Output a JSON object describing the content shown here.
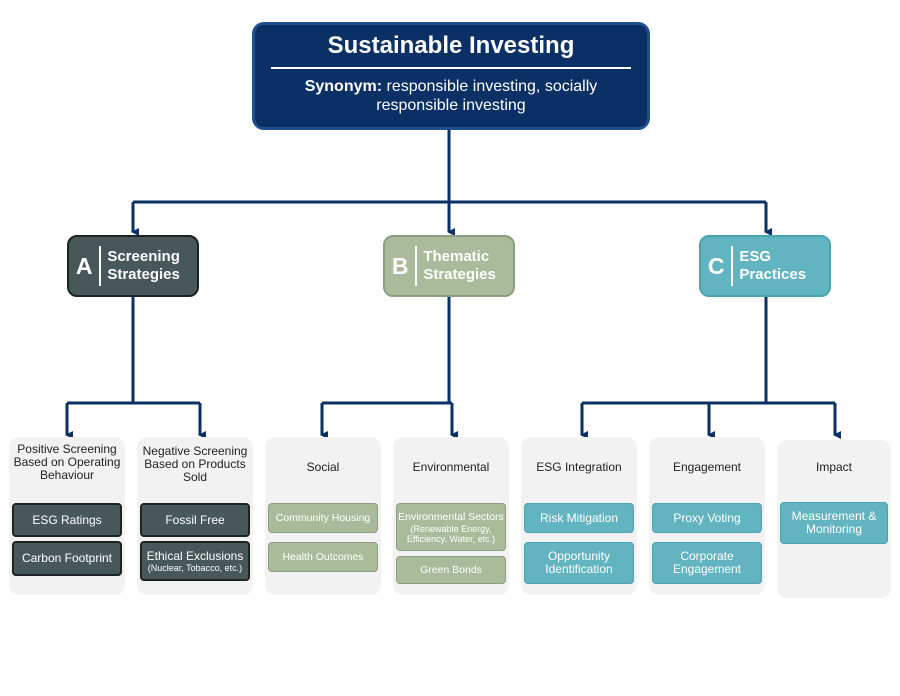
{
  "root": {
    "title": "Sustainable Investing",
    "synonym_label": "Synonym:",
    "synonym_text": "responsible investing, socially responsible investing"
  },
  "categories": [
    {
      "letter": "A",
      "label": "Screening Strategies",
      "color": "#48575a"
    },
    {
      "letter": "B",
      "label": "Thematic Strategies",
      "color": "#a9bb9b"
    },
    {
      "letter": "C",
      "label": "ESG Practices",
      "color": "#62b4c0"
    }
  ],
  "columns": [
    {
      "heading": "Positive Screening Based on Operating Behaviour",
      "items": [
        {
          "text": "ESG Ratings",
          "sub": ""
        },
        {
          "text": "Carbon Footprint",
          "sub": ""
        }
      ]
    },
    {
      "heading": "Negative Screening Based on Products Sold",
      "items": [
        {
          "text": "Fossil Free",
          "sub": ""
        },
        {
          "text": "Ethical Exclusions",
          "sub": "(Nuclear, Tobacco, etc.)"
        }
      ]
    },
    {
      "heading": "Social",
      "items": [
        {
          "text": "Community Housing",
          "sub": ""
        },
        {
          "text": "Health Outcomes",
          "sub": ""
        }
      ]
    },
    {
      "heading": "Environmental",
      "items": [
        {
          "text": "Environmental Sectors",
          "sub": "(Renewable Energy, Efficiency, Water, etc.)"
        },
        {
          "text": "Green Bonds",
          "sub": ""
        }
      ]
    },
    {
      "heading": "ESG Integration",
      "items": [
        {
          "text": "Risk Mitigation",
          "sub": ""
        },
        {
          "text": "Opportunity Identification",
          "sub": ""
        }
      ]
    },
    {
      "heading": "Engagement",
      "items": [
        {
          "text": "Proxy Voting",
          "sub": ""
        },
        {
          "text": "Corporate Engagement",
          "sub": ""
        }
      ]
    },
    {
      "heading": "Impact",
      "items": [
        {
          "text": "Measurement & Monitoring",
          "sub": ""
        }
      ]
    }
  ]
}
